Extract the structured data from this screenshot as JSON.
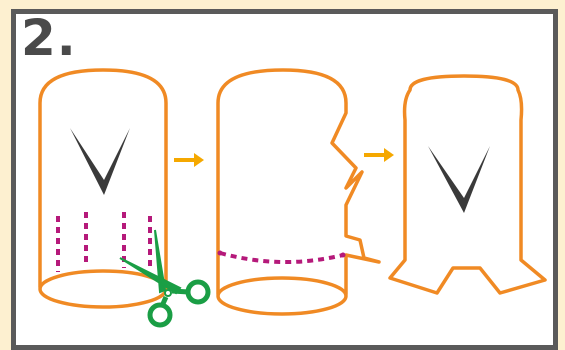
{
  "step": {
    "number": "2."
  },
  "colors": {
    "page_background": "#fdf0d0",
    "frame_border": "#5a5a5a",
    "tube_outline": "#f08a24",
    "cut_line": "#b5197a",
    "arrow": "#f5a800",
    "scissors": "#1a9e45",
    "v_mark": "#3a3a3a"
  },
  "figures": [
    {
      "name": "tube-with-cut-lines",
      "icon": "paper-tube-icon"
    },
    {
      "name": "tube-cut-open",
      "icon": "paper-tube-icon"
    },
    {
      "name": "tube-with-legs",
      "icon": "paper-figure-icon"
    }
  ],
  "tools": {
    "icon": "scissors-icon"
  },
  "arrows": [
    "arrow-right-icon",
    "arrow-right-icon"
  ]
}
